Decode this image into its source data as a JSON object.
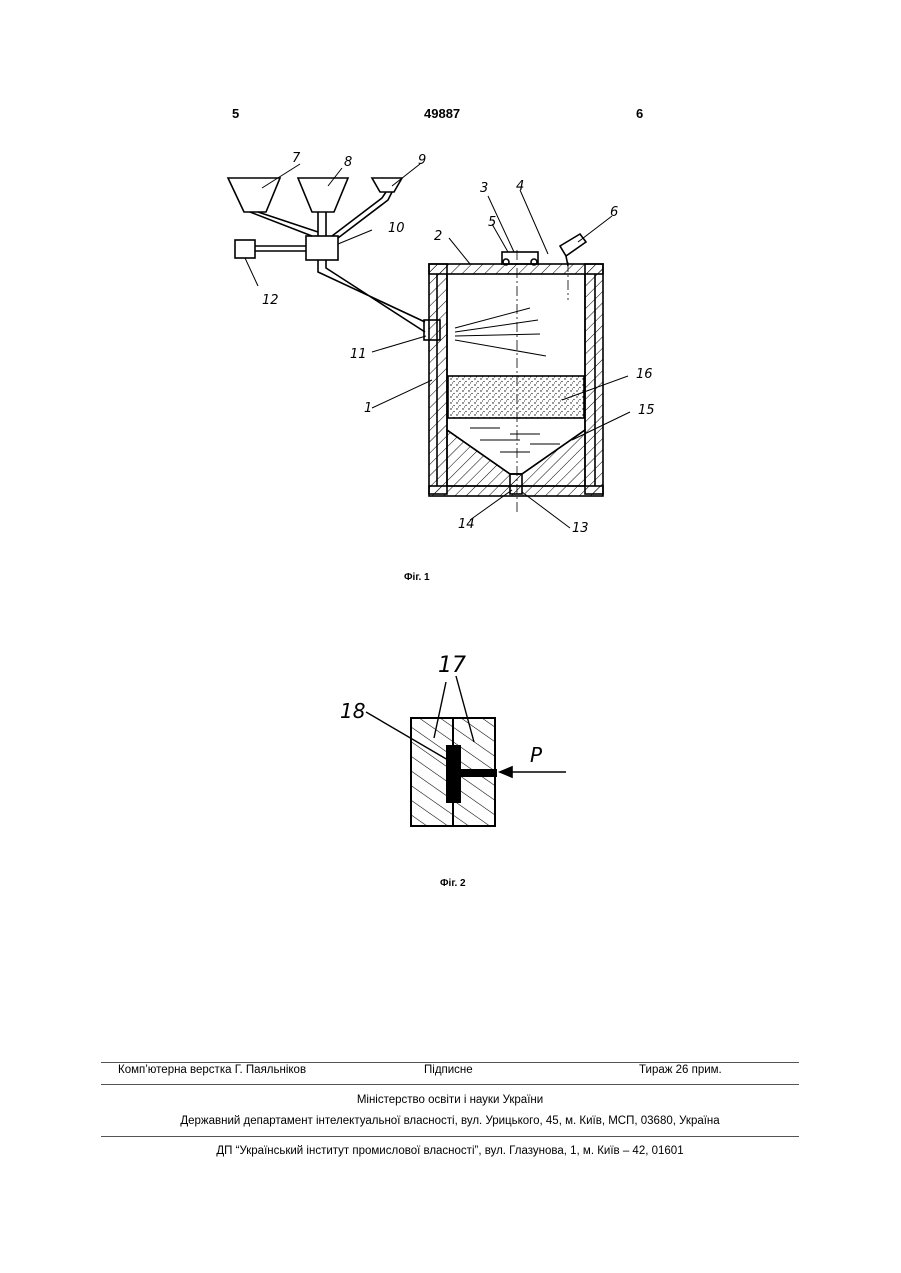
{
  "header": {
    "page_left": "5",
    "patent_number": "49887",
    "page_right": "6"
  },
  "figure1": {
    "caption": "Фіг. 1",
    "labels": [
      "7",
      "8",
      "9",
      "10",
      "2",
      "3",
      "4",
      "5",
      "6",
      "12",
      "11",
      "1",
      "16",
      "15",
      "14",
      "13"
    ]
  },
  "figure2": {
    "caption": "Фіг. 2",
    "labels": [
      "17",
      "18",
      "P"
    ]
  },
  "footer": {
    "typesetting": "Комп’ютерна верстка Г. Паяльніков",
    "signed": "Підписне",
    "circulation": "Тираж 26 прим.",
    "ministry": "Міністерство освіти і науки України",
    "department": "Державний департамент інтелектуальної власності, вул. Урицького, 45, м. Київ, МСП, 03680, Україна",
    "institute": "ДП “Український інститут промислової власності”, вул. Глазунова, 1, м. Київ – 42, 01601"
  }
}
